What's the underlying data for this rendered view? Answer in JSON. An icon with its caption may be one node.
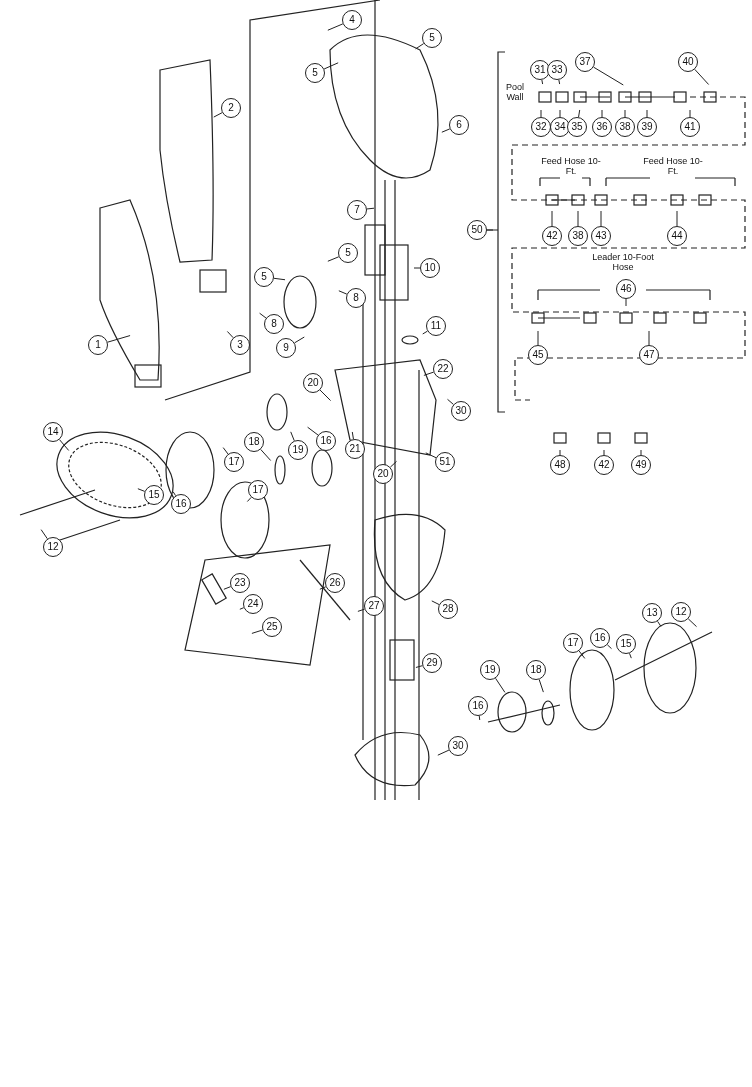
{
  "diagram": {
    "nodes": [
      {
        "text": [
          "4"
        ]
      },
      {
        "text": [
          "5"
        ]
      },
      {
        "text": [
          "2"
        ]
      },
      {
        "text": [
          "5"
        ]
      },
      {
        "text": [
          "6"
        ]
      },
      {
        "text": [
          "7"
        ]
      },
      {
        "text": [
          "5"
        ]
      },
      {
        "text": [
          "5"
        ]
      },
      {
        "text": [
          "10"
        ]
      },
      {
        "text": [
          "8"
        ]
      },
      {
        "text": [
          "8"
        ]
      },
      {
        "text": [
          "9"
        ]
      },
      {
        "text": [
          "11"
        ]
      },
      {
        "text": [
          "3"
        ]
      },
      {
        "text": [
          "1"
        ]
      },
      {
        "text": [
          "22"
        ]
      },
      {
        "text": [
          "20"
        ]
      },
      {
        "text": [
          "30"
        ]
      },
      {
        "text": [
          "14"
        ]
      },
      {
        "text": [
          "18"
        ]
      },
      {
        "text": [
          "19"
        ]
      },
      {
        "text": [
          "16"
        ]
      },
      {
        "text": [
          "21"
        ]
      },
      {
        "text": [
          "17"
        ]
      },
      {
        "text": [
          "51"
        ]
      },
      {
        "text": [
          "20"
        ]
      },
      {
        "text": [
          "15"
        ]
      },
      {
        "text": [
          "16"
        ]
      },
      {
        "text": [
          "17"
        ]
      },
      {
        "text": [
          "12"
        ]
      },
      {
        "text": [
          "23"
        ]
      },
      {
        "text": [
          "24"
        ]
      },
      {
        "text": [
          "25"
        ]
      },
      {
        "text": [
          "26"
        ]
      },
      {
        "text": [
          "27"
        ]
      },
      {
        "text": [
          "28"
        ]
      },
      {
        "text": [
          "13"
        ]
      },
      {
        "text": [
          "12"
        ]
      },
      {
        "text": [
          "17"
        ]
      },
      {
        "text": [
          "16"
        ]
      },
      {
        "text": [
          "15"
        ]
      },
      {
        "text": [
          "29"
        ]
      },
      {
        "text": [
          "19"
        ]
      },
      {
        "text": [
          "18"
        ]
      },
      {
        "text": [
          "16"
        ]
      },
      {
        "text": [
          "30"
        ]
      },
      {
        "text": [
          "37"
        ]
      },
      {
        "text": [
          "40"
        ]
      },
      {
        "text": [
          "31"
        ]
      },
      {
        "text": [
          "33"
        ]
      },
      {
        "text": [
          "32"
        ]
      },
      {
        "text": [
          "34"
        ]
      },
      {
        "text": [
          "35"
        ]
      },
      {
        "text": [
          "36"
        ]
      },
      {
        "text": [
          "38"
        ]
      },
      {
        "text": [
          "39"
        ]
      },
      {
        "text": [
          "41"
        ]
      },
      {
        "text": [
          "50"
        ]
      },
      {
        "text": [
          "42"
        ]
      },
      {
        "text": [
          "38"
        ]
      },
      {
        "text": [
          "43"
        ]
      },
      {
        "text": [
          "44"
        ]
      },
      {
        "text": [
          "46"
        ]
      },
      {
        "text": [
          "45"
        ]
      },
      {
        "text": [
          "47"
        ]
      },
      {
        "text": [
          "48"
        ]
      },
      {
        "text": [
          "42"
        ]
      },
      {
        "text": [
          "49"
        ]
      }
    ],
    "edges": [
      {
        "from": 0,
        "to": null,
        "arrow": "none"
      },
      {
        "from": 1,
        "to": null,
        "arrow": "none"
      },
      {
        "from": 2,
        "to": null,
        "arrow": "none"
      },
      {
        "from": 3,
        "to": null,
        "arrow": "none"
      },
      {
        "from": 4,
        "to": null,
        "arrow": "none"
      },
      {
        "from": 5,
        "to": null,
        "arrow": "none"
      },
      {
        "from": 6,
        "to": null,
        "arrow": "none"
      },
      {
        "from": 7,
        "to": null,
        "arrow": "none"
      },
      {
        "from": 8,
        "to": null,
        "arrow": "none"
      },
      {
        "from": 9,
        "to": null,
        "arrow": "none"
      },
      {
        "from": 10,
        "to": null,
        "arrow": "none"
      },
      {
        "from": 11,
        "to": null,
        "arrow": "none"
      },
      {
        "from": 12,
        "to": null,
        "arrow": "none"
      },
      {
        "from": 13,
        "to": null,
        "arrow": "none"
      },
      {
        "from": 14,
        "to": null,
        "arrow": "none"
      },
      {
        "from": 15,
        "to": null,
        "arrow": "none"
      },
      {
        "from": 16,
        "to": null,
        "arrow": "none"
      },
      {
        "from": 17,
        "to": null,
        "arrow": "none"
      },
      {
        "from": 18,
        "to": null,
        "arrow": "none"
      },
      {
        "from": 19,
        "to": null,
        "arrow": "none"
      },
      {
        "from": 20,
        "to": null,
        "arrow": "none"
      },
      {
        "from": 21,
        "to": null,
        "arrow": "none"
      },
      {
        "from": 22,
        "to": null,
        "arrow": "none"
      },
      {
        "from": 23,
        "to": null,
        "arrow": "none"
      },
      {
        "from": 24,
        "to": null,
        "arrow": "none"
      },
      {
        "from": 25,
        "to": null,
        "arrow": "none"
      },
      {
        "from": 26,
        "to": null,
        "arrow": "none"
      },
      {
        "from": 27,
        "to": null,
        "arrow": "none"
      },
      {
        "from": 28,
        "to": null,
        "arrow": "none"
      },
      {
        "from": 29,
        "to": null,
        "arrow": "none"
      },
      {
        "from": 30,
        "to": null,
        "arrow": "none"
      },
      {
        "from": 31,
        "to": null,
        "arrow": "none"
      },
      {
        "from": 32,
        "to": null,
        "arrow": "none"
      },
      {
        "from": 33,
        "to": null,
        "arrow": "none"
      },
      {
        "from": 34,
        "to": null,
        "arrow": "none"
      },
      {
        "from": 35,
        "to": null,
        "arrow": "none"
      },
      {
        "from": 36,
        "to": null,
        "arrow": "none"
      },
      {
        "from": 37,
        "to": null,
        "arrow": "none"
      },
      {
        "from": 38,
        "to": null,
        "arrow": "none"
      },
      {
        "from": 39,
        "to": null,
        "arrow": "none"
      },
      {
        "from": 40,
        "to": null,
        "arrow": "none"
      },
      {
        "from": 41,
        "to": null,
        "arrow": "none"
      },
      {
        "from": 42,
        "to": null,
        "arrow": "none"
      },
      {
        "from": 43,
        "to": null,
        "arrow": "none"
      },
      {
        "from": 44,
        "to": null,
        "arrow": "none"
      },
      {
        "from": 45,
        "to": null,
        "arrow": "none"
      },
      {
        "from": 46,
        "to": null,
        "arrow": "none"
      },
      {
        "from": 47,
        "to": null,
        "arrow": "none"
      },
      {
        "from": 48,
        "to": null,
        "arrow": "none"
      },
      {
        "from": 49,
        "to": null,
        "arrow": "none"
      },
      {
        "from": 50,
        "to": null,
        "arrow": "none"
      },
      {
        "from": 51,
        "to": null,
        "arrow": "none"
      },
      {
        "from": 52,
        "to": null,
        "arrow": "none"
      },
      {
        "from": 53,
        "to": null,
        "arrow": "none"
      },
      {
        "from": 54,
        "to": null,
        "arrow": "none"
      },
      {
        "from": 55,
        "to": null,
        "arrow": "none"
      },
      {
        "from": 56,
        "to": null,
        "arrow": "none"
      },
      {
        "from": 57,
        "to": null,
        "arrow": "none"
      },
      {
        "from": 58,
        "to": null,
        "arrow": "none"
      },
      {
        "from": 59,
        "to": null,
        "arrow": "none"
      },
      {
        "from": 60,
        "to": null,
        "arrow": "none"
      },
      {
        "from": 61,
        "to": null,
        "arrow": "none"
      },
      {
        "from": 62,
        "to": null,
        "arrow": "none"
      },
      {
        "from": 63,
        "to": null,
        "arrow": "none"
      },
      {
        "from": 64,
        "to": null,
        "arrow": "none"
      },
      {
        "from": 65,
        "to": null,
        "arrow": "none"
      },
      {
        "from": 66,
        "to": null,
        "arrow": "none"
      },
      {
        "from": 67,
        "to": null,
        "arrow": "none"
      }
    ],
    "labels": [
      "Pool Wall",
      "Feed Hose 10-Ft.",
      "Feed Hose 10-Ft.",
      "Leader 10-Foot Hose"
    ]
  }
}
